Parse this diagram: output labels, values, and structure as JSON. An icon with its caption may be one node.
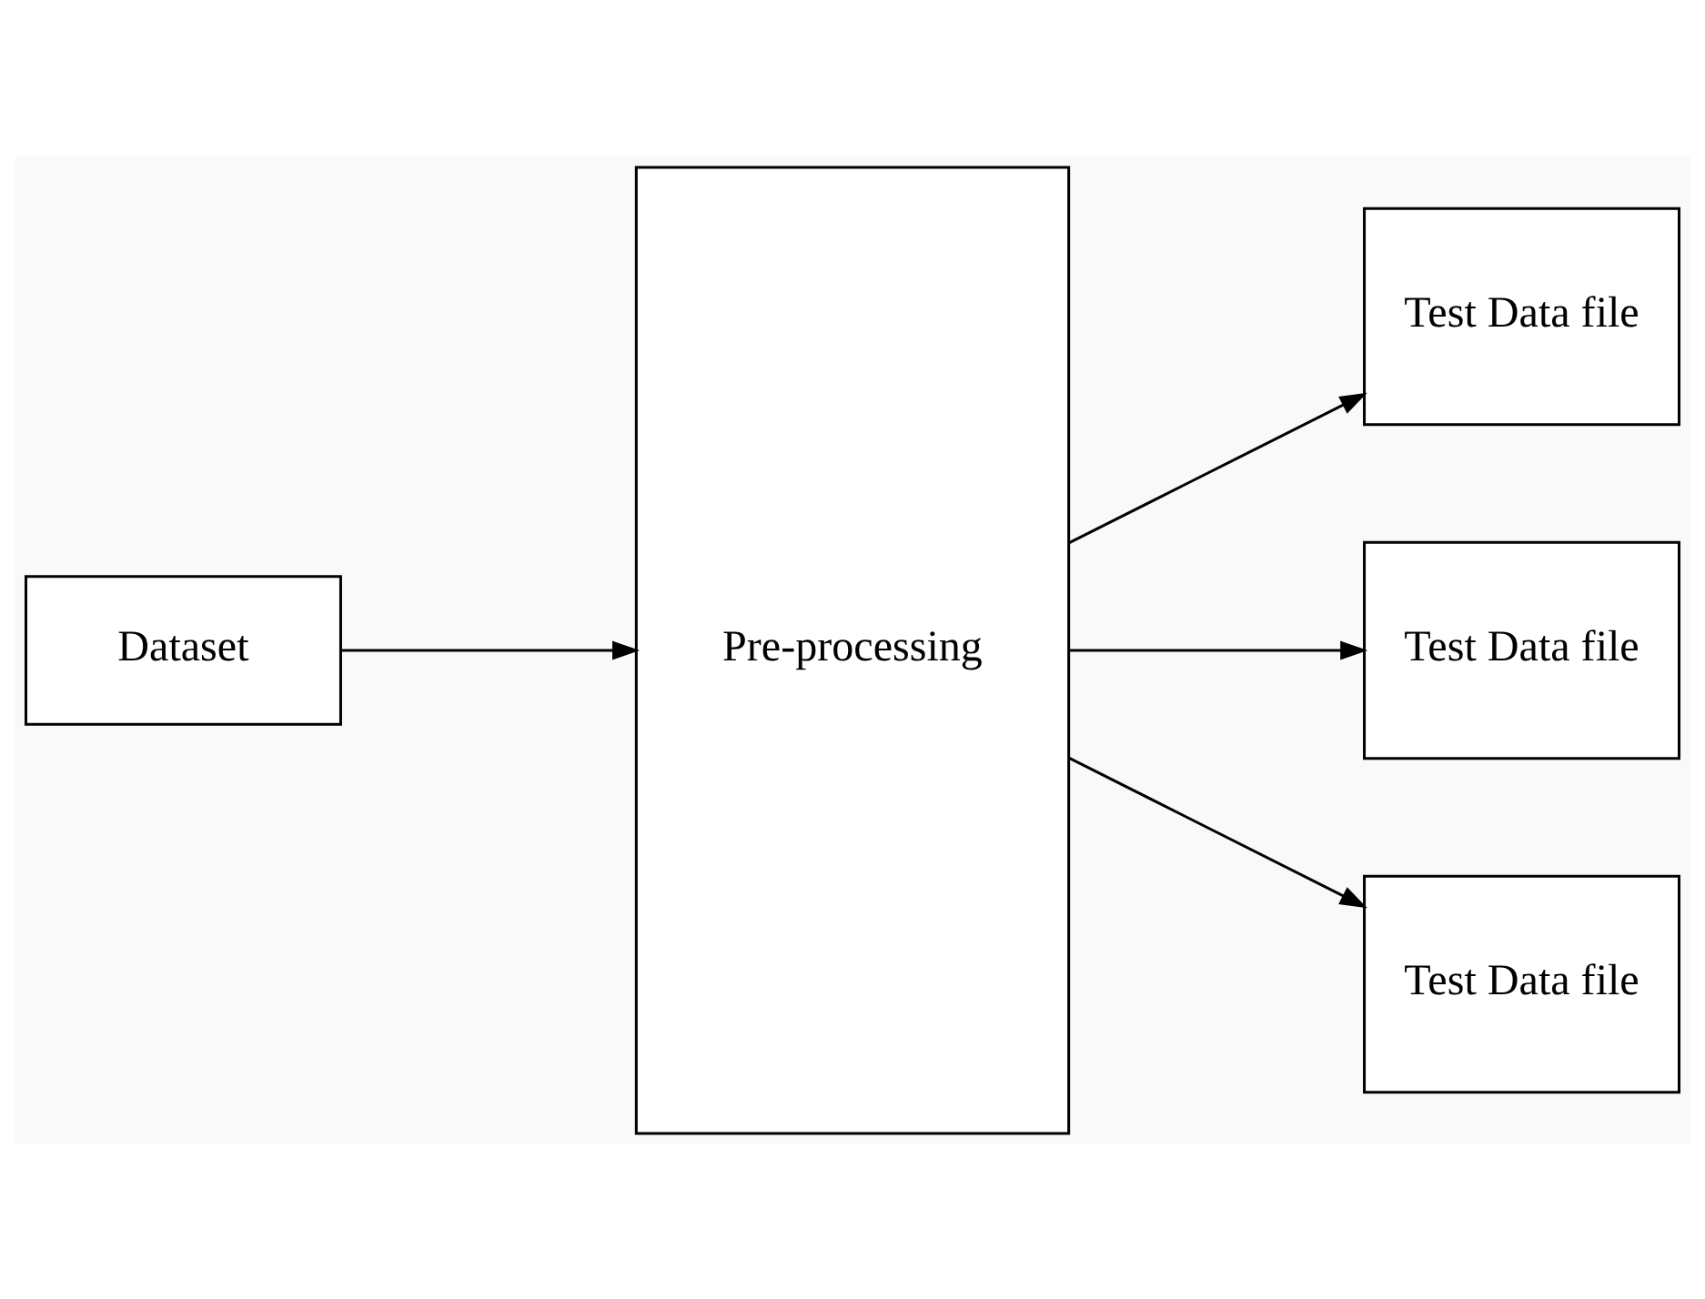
{
  "diagram": {
    "nodes": [
      {
        "text": [
          "Dataset"
        ]
      },
      {
        "text": [
          "Pre-processing"
        ]
      },
      {
        "text": [
          "Test Data file"
        ]
      },
      {
        "text": [
          "Test Data file"
        ]
      },
      {
        "text": [
          "Test Data file"
        ]
      }
    ],
    "edges": [
      {
        "from": 0,
        "to": 1,
        "arrow": "to"
      },
      {
        "from": 1,
        "to": 2,
        "arrow": "to"
      },
      {
        "from": 1,
        "to": 3,
        "arrow": "to"
      },
      {
        "from": 1,
        "to": 4,
        "arrow": "to"
      }
    ]
  }
}
